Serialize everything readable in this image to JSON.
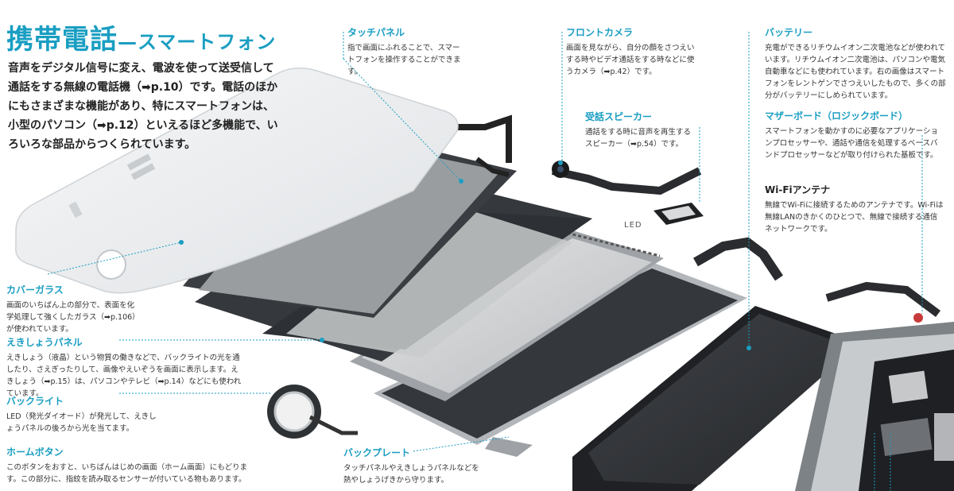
{
  "title": {
    "main": "携帯電話",
    "sub": "—スマートフォン"
  },
  "intro": "音声をデジタル信号に変え、電波を使って送受信して通話をする無線の電話機（➡p.10）です。電話のほかにもさまざまな機能があり、特にスマートフォンは、小型のパソコン（➡p.12）といえるほど多機能で、いろいろな部品からつくられています。",
  "callouts": {
    "touch": {
      "head": "タッチパネル",
      "body": "指で画面にふれることで、スマートフォンを操作することができます。"
    },
    "front_camera": {
      "head": "フロントカメラ",
      "body": "画面を見ながら、自分の顔をさつえいする時やビデオ通話をする時などに使うカメラ（➡p.42）です。"
    },
    "speaker": {
      "head": "受話スピーカー",
      "body": "通話をする時に音声を再生するスピーカー（➡p.54）です。"
    },
    "battery": {
      "head": "バッテリー",
      "body": "充電ができるリチウムイオン二次電池などが使われています。リチウムイオン二次電池は、パソコンや電気自動車などにも使われています。右の画像はスマートフォンをレントゲンでさつえいしたもので、多くの部分がバッテリーにしめられています。"
    },
    "motherboard": {
      "head": "マザーボード（ロジックボード）",
      "body": "スマートフォンを動かすのに必要なアプリケーションプロセッサーや、通話や通信を処理するベースバンドプロセッサーなどが取り付けられた基板です。"
    },
    "wifi": {
      "head": "Wi-Fiアンテナ",
      "body": "無線でWi-Fiに接続するためのアンテナです。Wi-Fiは無線LANのきかくのひとつで、無線で接続する通信ネットワークです。"
    },
    "cover_glass": {
      "head": "カバーガラス",
      "body": "画面のいちばん上の部分で、表面を化学処理して強くしたガラス（➡p.106）が使われています。"
    },
    "lcd": {
      "head": "えきしょうパネル",
      "body": "えきしょう（液晶）という物質の働きなどで、バックライトの光を通したり、さえぎったりして、画像やえいぞうを画面に表示します。えきしょう（➡p.15）は、パソコンやテレビ（➡p.14）などにも使われています。"
    },
    "backlight": {
      "head": "バックライト",
      "body": "LED（発光ダイオード）が発光して、えきしょうパネルの後ろから光を当てます。"
    },
    "home": {
      "head": "ホームボタン",
      "body": "このボタンをおすと、いちばんはじめの画面（ホーム画面）にもどります。この部分に、指紋を読み取るセンサーが付いている物もあります。"
    },
    "backplate": {
      "head": "バックプレート",
      "body": "タッチパネルやえきしょうパネルなどを熱やしょうげきから守ります。"
    }
  },
  "led_label": "LED",
  "colors": {
    "accent": "#1a9ec2",
    "dark_panel": "#3a3d42",
    "frame": "#a7abb0"
  }
}
